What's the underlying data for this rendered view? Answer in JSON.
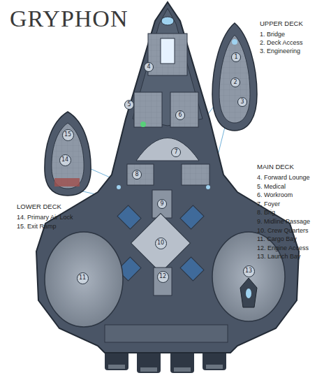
{
  "diagram": {
    "title": "GRYPHON",
    "nodes": [
      {
        "text": [
          "1"
        ]
      },
      {
        "text": [
          "2"
        ]
      },
      {
        "text": [
          "3"
        ]
      },
      {
        "text": [
          "4"
        ]
      },
      {
        "text": [
          "5"
        ]
      },
      {
        "text": [
          "6"
        ]
      },
      {
        "text": [
          "7"
        ]
      },
      {
        "text": [
          "8"
        ]
      },
      {
        "text": [
          "9"
        ]
      },
      {
        "text": [
          "10"
        ]
      },
      {
        "text": [
          "11"
        ]
      },
      {
        "text": [
          "12"
        ]
      },
      {
        "text": [
          "13"
        ]
      },
      {
        "text": [
          "14"
        ]
      },
      {
        "text": [
          "15"
        ]
      }
    ],
    "labels": [
      "UPPER DECK",
      "1. Bridge",
      "2. Deck Access",
      "3. Engineering",
      "MAIN DECK",
      "4. Forward Lounge",
      "5. Medical",
      "6. Workroom",
      "7. Foyer",
      "8. Brig",
      "9. Midline Passage",
      "10. Crew Quarters",
      "11. Cargo Bay",
      "12. Engine Access",
      "13. Launch Bay",
      "LOWER DECK",
      "14. Primary Air Lock",
      "15. Exit Ramp"
    ]
  }
}
